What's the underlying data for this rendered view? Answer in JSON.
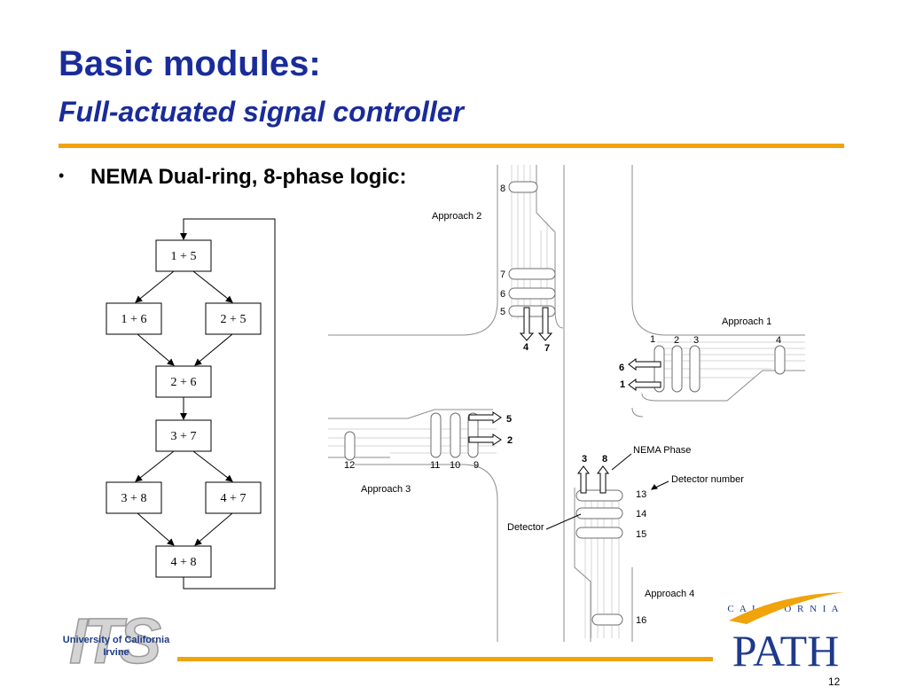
{
  "slide": {
    "title": "Basic modules:",
    "subtitle": "Full-actuated signal controller",
    "bullet": "NEMA Dual-ring, 8-phase logic:",
    "page_number": "12"
  },
  "flowchart": {
    "boxes": [
      "1 + 5",
      "1 + 6",
      "2 + 5",
      "2 + 6",
      "3 + 7",
      "3 + 8",
      "4 + 7",
      "4 + 8"
    ]
  },
  "intersection": {
    "approaches": [
      "Approach 1",
      "Approach 2",
      "Approach 3",
      "Approach 4"
    ],
    "detector_numbers": [
      "1",
      "2",
      "3",
      "4",
      "5",
      "6",
      "7",
      "8",
      "9",
      "10",
      "11",
      "12",
      "13",
      "14",
      "15",
      "16"
    ],
    "phase_labels": {
      "approach2_left": "4",
      "approach2_through": "7",
      "approach1_top": "6",
      "approach1_bottom": "1",
      "approach3_top": "5",
      "approach3_bottom": "2",
      "approach4_left": "3",
      "approach4_right": "8"
    },
    "annotations": {
      "nema_phase": "NEMA Phase",
      "detector_number": "Detector number",
      "detector": "Detector"
    }
  },
  "logos": {
    "its_mark": "ITS",
    "its_line1": "University of California",
    "its_line2": "Irvine",
    "path_top": "C A L I F O R N I A",
    "path_main": "PATH"
  },
  "colors": {
    "title": "#1a2c9a",
    "accent_rule": "#f0a30a",
    "logo_blue": "#1e3a8a"
  }
}
